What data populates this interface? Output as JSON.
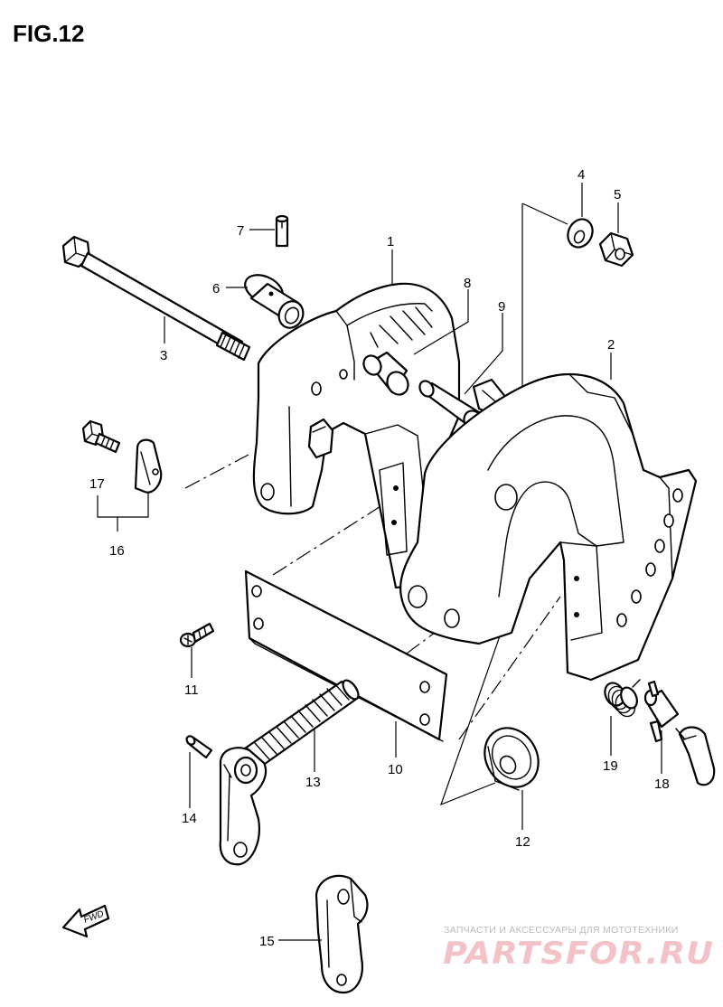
{
  "figure": {
    "title": "FIG.12"
  },
  "callouts": [
    {
      "id": "1",
      "label": "1"
    },
    {
      "id": "2",
      "label": "2"
    },
    {
      "id": "3",
      "label": "3"
    },
    {
      "id": "4",
      "label": "4"
    },
    {
      "id": "5",
      "label": "5"
    },
    {
      "id": "6",
      "label": "6"
    },
    {
      "id": "7",
      "label": "7"
    },
    {
      "id": "8",
      "label": "8"
    },
    {
      "id": "9",
      "label": "9"
    },
    {
      "id": "10",
      "label": "10"
    },
    {
      "id": "11",
      "label": "11"
    },
    {
      "id": "12",
      "label": "12"
    },
    {
      "id": "13",
      "label": "13"
    },
    {
      "id": "14",
      "label": "14"
    },
    {
      "id": "15",
      "label": "15"
    },
    {
      "id": "16",
      "label": "16"
    },
    {
      "id": "17",
      "label": "17"
    },
    {
      "id": "18",
      "label": "18"
    },
    {
      "id": "19",
      "label": "19"
    }
  ],
  "direction_indicator": {
    "label": "FWD"
  },
  "watermark": {
    "tagline": "ЗАПЧАСТИ И АКСЕССУАРЫ ДЛЯ МОТОТЕХНИКИ",
    "brand": "PARTSFOR.RU"
  }
}
